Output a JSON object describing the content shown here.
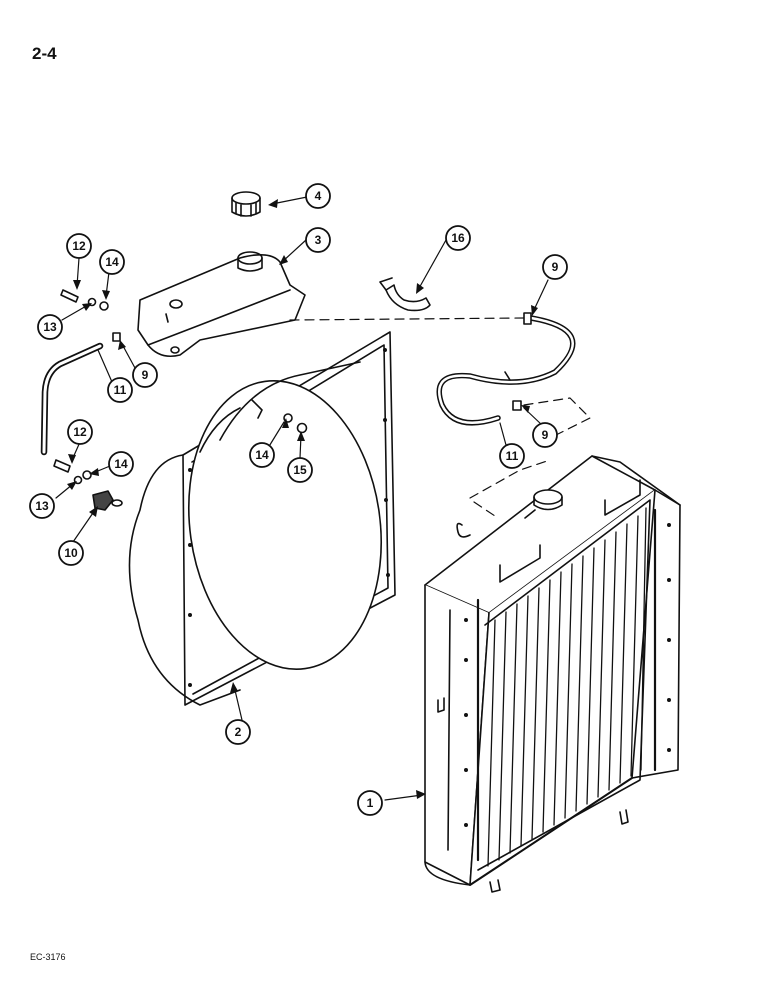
{
  "header": {
    "page_number": "2-4"
  },
  "footer": {
    "figure_code": "EC-3176"
  },
  "callouts": [
    {
      "name": "callout-1",
      "label": "1"
    },
    {
      "name": "callout-2",
      "label": "2"
    },
    {
      "name": "callout-3",
      "label": "3"
    },
    {
      "name": "callout-4",
      "label": "4"
    },
    {
      "name": "callout-9-upper-right",
      "label": "9"
    },
    {
      "name": "callout-9-left",
      "label": "9"
    },
    {
      "name": "callout-9-lower-right",
      "label": "9"
    },
    {
      "name": "callout-10",
      "label": "10"
    },
    {
      "name": "callout-11-left",
      "label": "11"
    },
    {
      "name": "callout-11-right",
      "label": "11"
    },
    {
      "name": "callout-12-upper",
      "label": "12"
    },
    {
      "name": "callout-12-lower",
      "label": "12"
    },
    {
      "name": "callout-13-upper",
      "label": "13"
    },
    {
      "name": "callout-13-lower",
      "label": "13"
    },
    {
      "name": "callout-14-upper",
      "label": "14"
    },
    {
      "name": "callout-14-lower",
      "label": "14"
    },
    {
      "name": "callout-14-center",
      "label": "14"
    },
    {
      "name": "callout-15",
      "label": "15"
    },
    {
      "name": "callout-16",
      "label": "16"
    }
  ]
}
